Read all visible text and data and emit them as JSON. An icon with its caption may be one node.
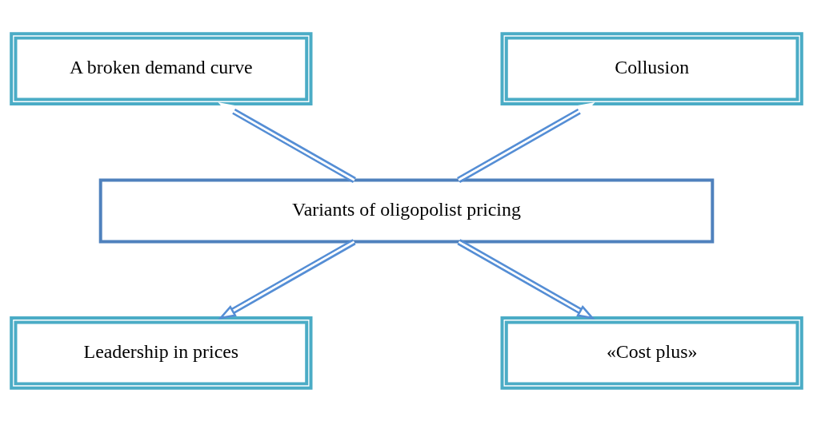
{
  "diagram": {
    "nodes": [
      {
        "text": [
          "A broken demand curve"
        ]
      },
      {
        "text": [
          "Collusion"
        ]
      },
      {
        "text": [
          "Variants of oligopolist pricing"
        ]
      },
      {
        "text": [
          "Leadership in prices"
        ]
      },
      {
        "text": [
          "«Cost plus»"
        ]
      }
    ],
    "edges": [
      {
        "from": 2,
        "to": 0,
        "arrow": "to"
      },
      {
        "from": 2,
        "to": 1,
        "arrow": "to"
      },
      {
        "from": 2,
        "to": 3,
        "arrow": "to"
      },
      {
        "from": 2,
        "to": 4,
        "arrow": "to"
      }
    ]
  }
}
